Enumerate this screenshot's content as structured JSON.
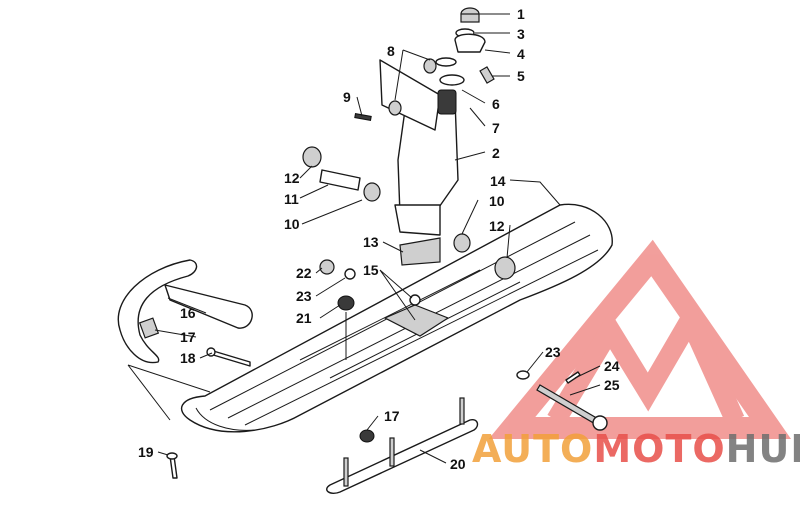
{
  "diagram": {
    "callouts": [
      "1",
      "3",
      "4",
      "5",
      "8",
      "6",
      "9",
      "7",
      "2",
      "14",
      "12",
      "11",
      "10",
      "10",
      "12",
      "13",
      "22",
      "15",
      "23",
      "16",
      "21",
      "17",
      "18",
      "23",
      "24",
      "25",
      "17",
      "19",
      "20"
    ]
  },
  "watermark": {
    "text_auto": "AUTO",
    "text_moto": "MOTO",
    "text_hub": "HUB",
    "color_red": "#e8504a",
    "color_orange": "#f2a03a",
    "color_grey": "#6e6e6e",
    "logo_icon": "triangle-m-logo-icon"
  }
}
